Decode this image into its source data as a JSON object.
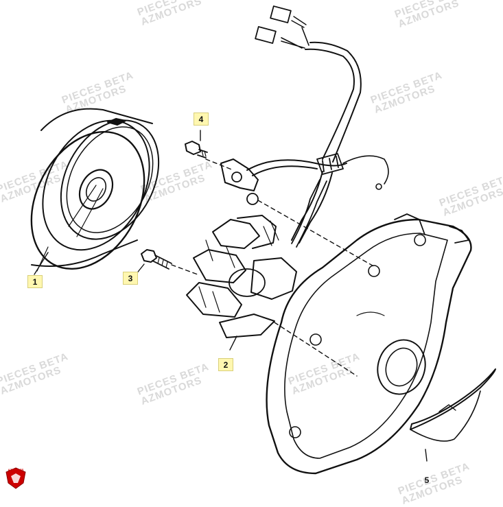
{
  "watermark": {
    "line1": "PIECES BETA",
    "line2": "AZMOTORS"
  },
  "callouts": {
    "c1": "1",
    "c2": "2",
    "c3": "3",
    "c4": "4",
    "c5": "5"
  },
  "logo": {
    "text": "AZMOTORS",
    "color": "#cc0000"
  },
  "colors": {
    "line": "#111111",
    "callout_bg": "#fff7b0"
  }
}
